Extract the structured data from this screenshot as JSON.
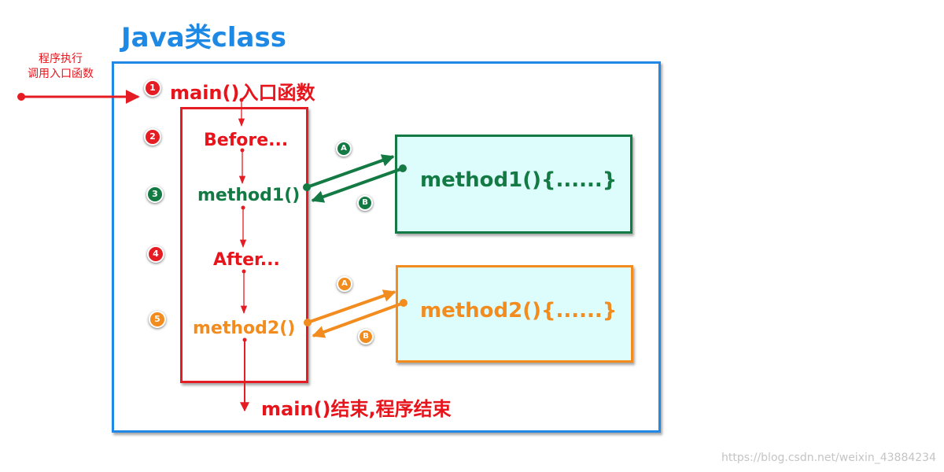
{
  "title": "Java类class",
  "caller_note": [
    "程序执行",
    "调用入口函数"
  ],
  "main_entry": "main()入口函数",
  "steps": [
    {
      "badge": "1",
      "color": "#e51c23"
    },
    {
      "badge": "2",
      "color": "#e51c23"
    },
    {
      "badge": "3",
      "color": "#137a43"
    },
    {
      "badge": "4",
      "color": "#e51c23"
    },
    {
      "badge": "5",
      "color": "#f28c1e"
    }
  ],
  "before_label": "Before...",
  "method1_call": "method1()",
  "after_label": "After...",
  "method2_call": "method2()",
  "method1_def": "method1(){......}",
  "method2_def": "method2(){......}",
  "arrow_badges": {
    "a": "A",
    "b": "B"
  },
  "main_end": "main()结束,程序结束",
  "watermark": "https://blog.csdn.net/weixin_43884234",
  "colors": {
    "blue": "#2188e6",
    "red": "#e51c23",
    "green": "#137a43",
    "orange": "#f28c1e",
    "fill": "#ddfdfd"
  }
}
